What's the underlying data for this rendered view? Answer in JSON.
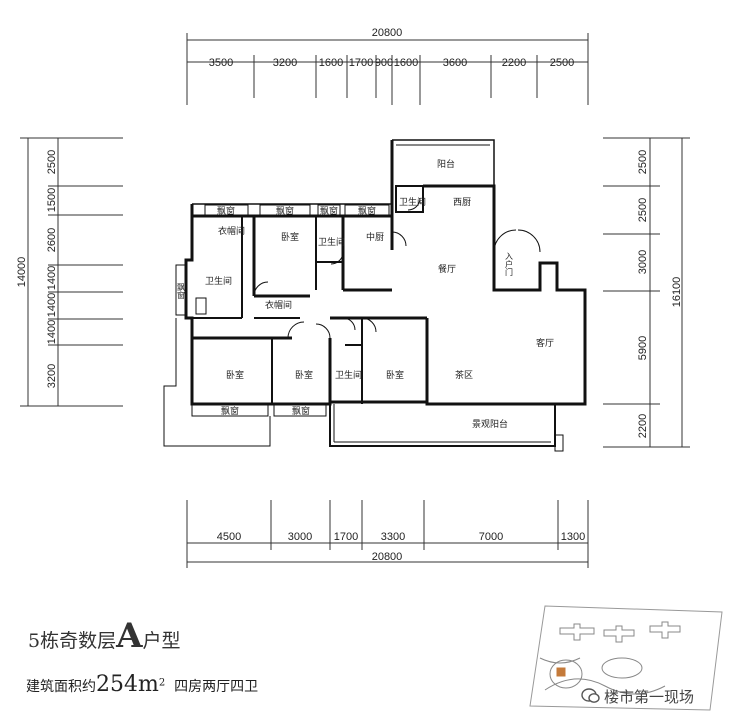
{
  "dims": {
    "top_total": "20800",
    "top": [
      "3500",
      "3200",
      "1600",
      "1700",
      "900",
      "1600",
      "3600",
      "2200",
      "2500"
    ],
    "bottom_total": "20800",
    "bottom": [
      "4500",
      "3000",
      "1700",
      "3300",
      "7000",
      "1300"
    ],
    "left_total": "14000",
    "left": [
      "2500",
      "1500",
      "2600",
      "1400",
      "1400",
      "1400",
      "3200"
    ],
    "right_total": "16100",
    "right": [
      "2500",
      "2500",
      "3000",
      "5900",
      "2200"
    ]
  },
  "rooms": {
    "balcony": "阳台",
    "wc_top": "卫生间",
    "west_kitchen": "西厨",
    "bay1": "飘窗",
    "bay2": "飘窗",
    "bay3": "飘窗",
    "bay4": "飘窗",
    "closet1": "衣帽间",
    "bedroom1": "卧室",
    "wc1": "卫生间",
    "chinese_kitchen": "中厨",
    "dining": "餐厅",
    "entrance": "入户门",
    "wc_left": "卫生间",
    "bay_left": "飘窗",
    "closet2": "衣帽间",
    "living": "客厅",
    "bedroom2": "卧室",
    "bedroom3": "卧室",
    "wc3": "卫生间",
    "bedroom4": "卧室",
    "tea": "茶区",
    "bay5": "飘窗",
    "bay6": "飘窗",
    "view_balcony": "景观阳台"
  },
  "caption": {
    "prefix": "5栋奇数层",
    "letter": "A",
    "suffix": "户型",
    "area_label": "建筑面积约",
    "area_value": "254m",
    "area_sup": "2",
    "layout": "四房两厅四卫"
  },
  "watermark": "楼市第一现场"
}
